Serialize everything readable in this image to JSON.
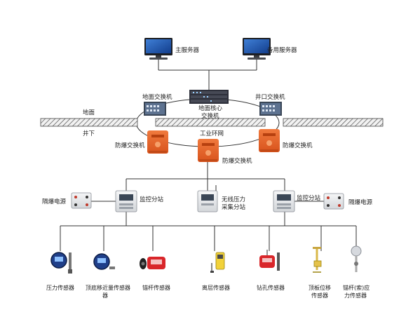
{
  "servers": {
    "main": "主服务器",
    "backup": "备用服务器"
  },
  "surface": {
    "left_switch": "地面交换机",
    "right_switch": "井口交换机",
    "core_switch_line1": "地面核心",
    "core_switch_line2": "交换机",
    "ground_label": "地面",
    "underground_label": "井下"
  },
  "ring": {
    "label": "工业环网",
    "left_switch": "防爆交换机",
    "right_switch": "防爆交换机",
    "bottom_switch": "防爆交换机"
  },
  "substations": {
    "left_power": "隔爆电源",
    "left_station": "监控分站",
    "wireless_line1": "无线压力",
    "wireless_line2": "采集分站",
    "right_station": "监控分站",
    "right_power": "隔爆电源"
  },
  "sensors": [
    {
      "name": "压力传感器"
    },
    {
      "name": "顶底移近量传感器",
      "name_line2": "器"
    },
    {
      "name": "锚杆传感器"
    },
    {
      "name": "离层传感器"
    },
    {
      "name": "钻孔传感器"
    },
    {
      "name": "顶板位移",
      "name_line2": "传感器"
    },
    {
      "name": "锚杆(索)应",
      "name_line2": "力传感器"
    }
  ],
  "colors": {
    "explosion_proof_switch": "#e8632a",
    "monitor_screen": "#1a4fa8",
    "rack": "#2d2f3a",
    "ground_hatch": "#555555",
    "station_box": "#e9eaec"
  }
}
